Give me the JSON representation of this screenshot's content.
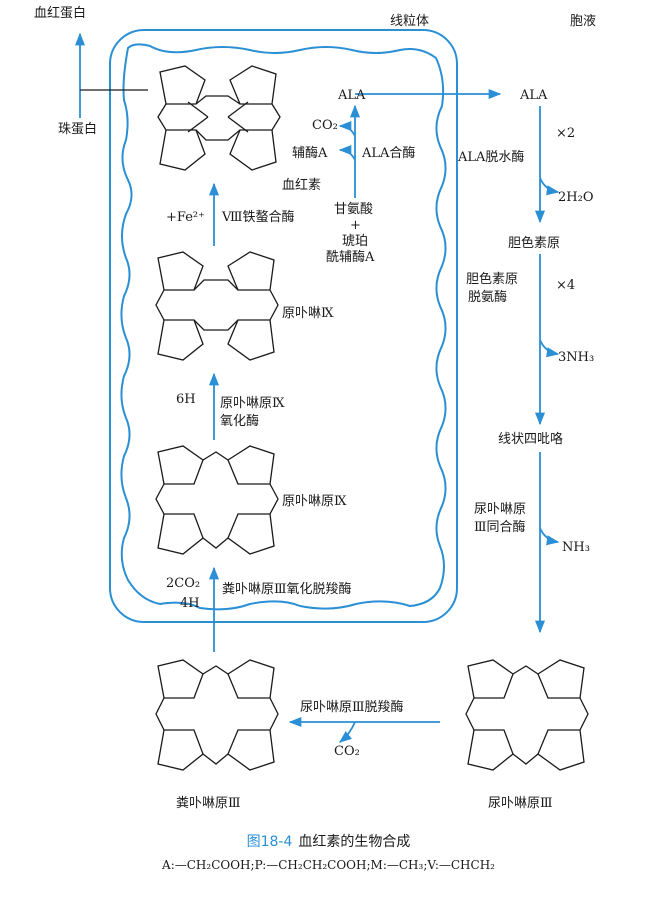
{
  "top": {
    "hemoglobin": "血红蛋白",
    "mitochondria": "线粒体",
    "cytosol": "胞液",
    "globin": "珠蛋白"
  },
  "mito": {
    "ala_top": "ALA",
    "co2": "CO₂",
    "coa": "辅酶A",
    "ala_synthase": "ALA合酶",
    "glycine": "甘氨酸",
    "plus": "+",
    "succinyl1": "琥珀",
    "succinyl2": "酰辅酶A",
    "heme": "血红素",
    "fe": "+Fe²⁺",
    "ferrochelatase": "Ⅷ铁螯合酶",
    "protoporphyrin": "原卟啉Ⅸ",
    "h6": "6H",
    "ppo1": "原卟啉原Ⅸ",
    "ppo2": "氧化酶",
    "protoporphyrinogen": "原卟啉原Ⅸ",
    "co2_2": "2CO₂",
    "h4": "4H",
    "cpo": "粪卟啉原Ⅲ氧化脱羧酶"
  },
  "cyto": {
    "ala": "ALA",
    "x2": "×2",
    "alad": "ALA脱水酶",
    "h2o": "2H₂O",
    "pbg": "胆色素原",
    "pbgd1": "胆色素原",
    "pbgd2": "脱氨酶",
    "x4": "×4",
    "nh3": "3NH₃",
    "linear": "线状四吡咯",
    "uros1": "尿卟啉原",
    "uros2": "Ⅲ同合酶",
    "nh3b": "NH₃",
    "urod": "尿卟啉原Ⅲ脱羧酶",
    "co2": "CO₂",
    "copro_name": "粪卟啉原Ⅲ",
    "uro_name": "尿卟啉原Ⅲ"
  },
  "caption": {
    "number": "图18-4",
    "title": "血红素的生物合成",
    "legend": "A:—CH₂COOH;P:—CH₂CH₂COOH;M:—CH₃;V:—CHCH₂"
  },
  "colors": {
    "accent": "#2a8fd4",
    "ink": "#1a1a1a"
  }
}
